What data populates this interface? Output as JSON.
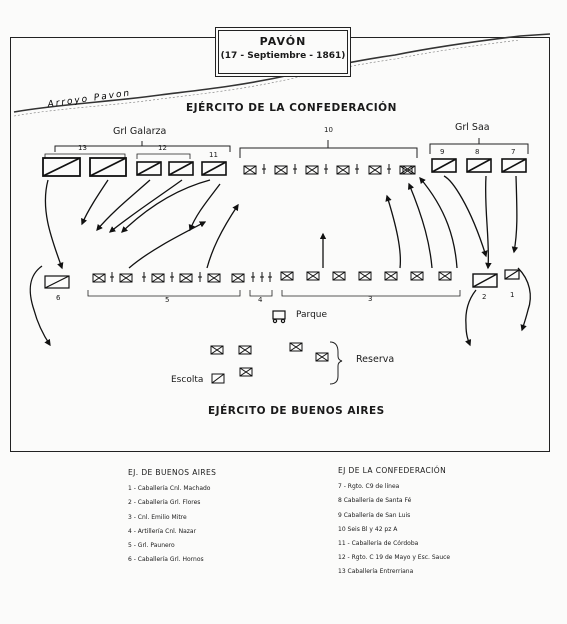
{
  "title": "PAVÓN",
  "date": "(17 - Septiembre - 1861)",
  "river_label": "Arroyo Pavon",
  "confederacion_label": "EJÉRCITO DE LA CONFEDERACIÓN",
  "buenos_aires_label": "EJÉRCITO DE BUENOS AIRES",
  "group_galarza": "Grl Galarza",
  "group_saa": "Grl Saa",
  "parque_label": "Parque",
  "reserva_label": "Reserva",
  "escolta_label": "Escolta",
  "unit_numbers": {
    "c13": "13",
    "c12": "12",
    "c11": "11",
    "c10": "10",
    "c9": "9",
    "c8": "8",
    "c7": "7",
    "b6": "6",
    "b5": "5",
    "b4": "4",
    "b3": "3",
    "b2": "2",
    "b1": "1"
  },
  "legend_buenos_aires": {
    "title": "EJ. DE BUENOS AIRES",
    "items": [
      "1 - Caballería Cnl. Machado",
      "2 - Caballería Grl. Flores",
      "3 - Cnl. Emilio Mitre",
      "4 - Artillería Cnl. Nazar",
      "5 - Grl. Paunero",
      "6 - Caballería Grl. Hornos"
    ]
  },
  "legend_confederacion": {
    "title": "EJ DE LA CONFEDERACIÓN",
    "items": [
      "7 - Rgto. C9 de línea",
      "8 Caballería de Santa Fé",
      "9 Caballería de San Luis",
      "10 Seis Bl y 42 pz A",
      "11 - Caballería de Córdoba",
      "12 - Rgto. C 19 de Mayo y Esc. Sauce",
      "13 Caballería Entrerriana"
    ]
  }
}
